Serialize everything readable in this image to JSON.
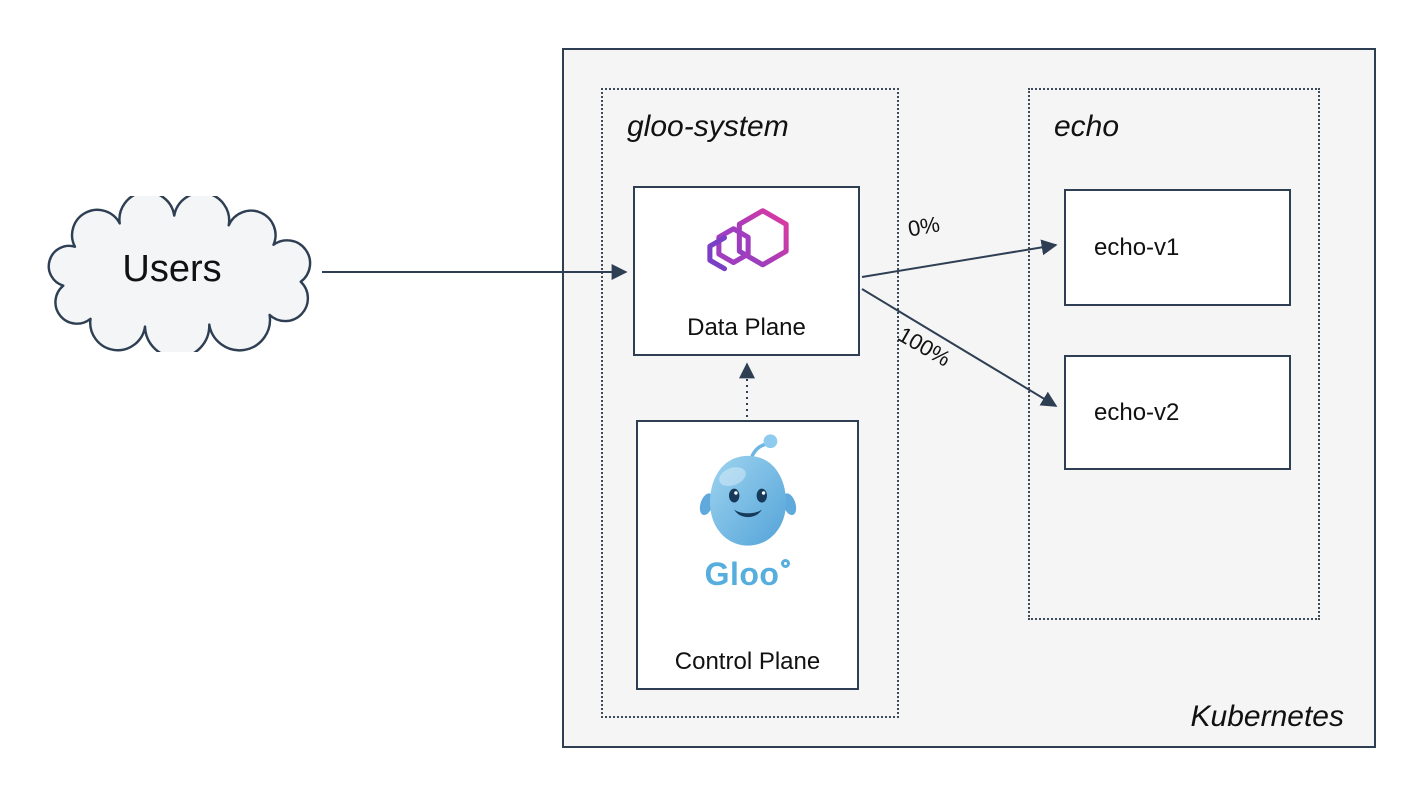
{
  "diagram": {
    "users": {
      "label": "Users"
    },
    "kubernetes": {
      "label": "Kubernetes"
    },
    "namespaces": {
      "gloo_system": {
        "label": "gloo-system"
      },
      "echo": {
        "label": "echo"
      }
    },
    "nodes": {
      "data_plane": {
        "label": "Data Plane",
        "icon": "gloo-proxy-hexagons-icon"
      },
      "control_plane": {
        "label": "Control Plane",
        "wordmark": "Gloo",
        "icon": "gloo-mascot-icon"
      },
      "echo_v1": {
        "label": "echo-v1"
      },
      "echo_v2": {
        "label": "echo-v2"
      }
    },
    "edges": {
      "data_plane_to_echo_v1": {
        "label": "0%"
      },
      "data_plane_to_echo_v2": {
        "label": "100%"
      }
    },
    "colors": {
      "outline_navy": "#2e3f54",
      "panel_gray": "#f5f5f5",
      "gloo_pink": "#d9399e",
      "gloo_purple": "#8a3fc6",
      "gloo_blue": "#56aede"
    }
  }
}
